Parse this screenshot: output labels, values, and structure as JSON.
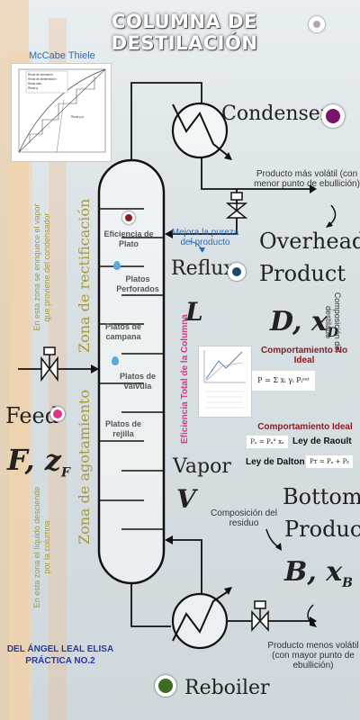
{
  "title": "COLUMNA DE DESTILACIÓN",
  "mccabe": {
    "title": "McCabe Thiele",
    "legend": [
      "Recta de operación",
      "Recta de alimentación",
      "Recta alim.",
      "Recta q",
      "Recta y=x"
    ]
  },
  "condenser": "Condenser",
  "reboiler": "Reboiler",
  "reflux": "Reflux",
  "overhead": [
    "Overhead",
    "Product"
  ],
  "bottom": [
    "Bottom",
    "Product"
  ],
  "feed": "Feed",
  "symbols": {
    "F": "F",
    "zF_var": "z",
    "zF_sub": "F",
    "L": "L",
    "D": "D,",
    "xD_var": "x",
    "xD_sub": "D",
    "vapor": "Vapor",
    "V": "V",
    "B": "B",
    "xB_var": "x",
    "xB_sub": "B"
  },
  "notes": {
    "more_volatile": "Producto más volátil (con menor punto de ebullición)",
    "less_volatile": "Producto menos volátil (con mayor punto de ebullición)",
    "distillate_comp": "Composición del destilado",
    "residue_comp": "Composición del residuo",
    "purity": "Mejora la pureza del producto",
    "rect_zone": "Zona de rectificación",
    "strip_zone": "Zona de agotamiento",
    "enrich_zone": "En esta zona se enriquece el vapor que proviene del condensador",
    "descend_zone": "En esta zona el líquido desciende por la columna",
    "efficiency_total": "Eficiencia Total de la Columna"
  },
  "plates": {
    "efficiency": "Eficiencia de Plato",
    "perforated": "Platos Perforados",
    "bell": "Platos de campana",
    "valve": "Platos de válvula",
    "grid": "Platos de rejilla"
  },
  "equations": {
    "non_ideal_title": "Comportamiento No Ideal",
    "non_ideal_eq": "P = Σ xᵢ γᵢ Pᵢˢᵃᵗ",
    "ideal_title": "Comportamiento Ideal",
    "raoult_eq": "Pₐ = Pₐ° xₐ",
    "raoult_law": "Ley de Raoult",
    "dalton_law": "Ley de Dalton",
    "dalton_eq": "Pᴛ = Pₐ + Pᵦ"
  },
  "footer": [
    "DEL ÁNGEL LEAL ELISA",
    "PRÁCTICA NO.2"
  ],
  "colors": {
    "accent": "#8a1c22",
    "pink": "#e0338a",
    "blue": "#2a6db3",
    "olive": "#a79a3a",
    "green": "#3d6b22"
  }
}
